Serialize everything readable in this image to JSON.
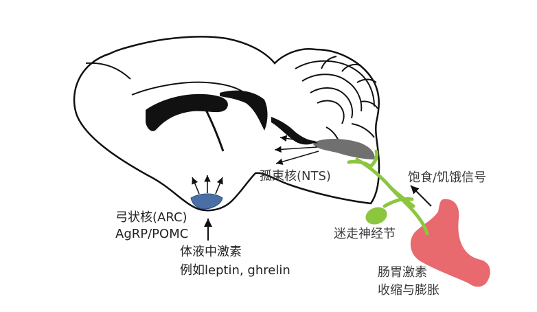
{
  "labels": {
    "arc_name": "弓状核(ARC)",
    "arc_neurons": "AgRP/POMC",
    "humoral_title": "体液中激素",
    "humoral_examples": "例如leptin, ghrelin",
    "nts": "孤束核(NTS)",
    "vagal_ganglion": "迷走神经节",
    "signal": "饱食/饥饿信号",
    "gut_hormones": "肠胃激素",
    "gut_mechanical": "收缩与膨胀"
  },
  "colors": {
    "outline": "#111111",
    "arc": "#4a6fa5",
    "nts": "#707070",
    "vagus": "#8cc63f",
    "stomach": "#e8696e"
  }
}
